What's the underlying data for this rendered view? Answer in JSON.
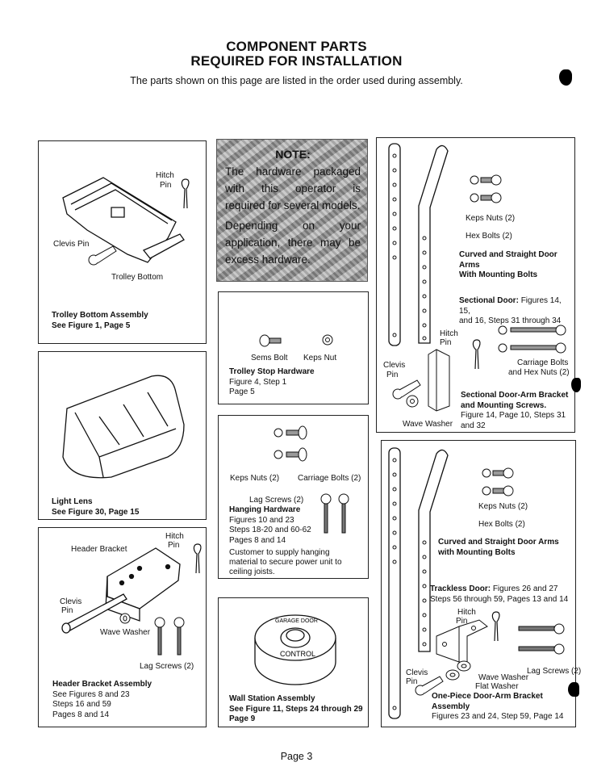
{
  "header": {
    "title_line1": "COMPONENT PARTS",
    "title_line2": "REQUIRED FOR INSTALLATION",
    "subtitle": "The parts shown on this page are listed in the order used during assembly."
  },
  "trolley": {
    "labels": {
      "hitch_pin_1": "Hitch",
      "hitch_pin_2": "Pin",
      "clevis_pin": "Clevis Pin",
      "trolley_bottom": "Trolley Bottom"
    },
    "title": "Trolley Bottom Assembly",
    "ref": "See Figure 1, Page 5"
  },
  "note": {
    "heading": "NOTE:",
    "para1": "The hardware packaged with this operator is required for several models.",
    "para2": "Depending on your application, there may be excess hardware."
  },
  "light_lens": {
    "title": "Light Lens",
    "ref": "See Figure 30, Page 15"
  },
  "trolley_stop": {
    "labels": {
      "sems_bolt": "Sems Bolt",
      "keps_nut": "Keps Nut"
    },
    "title": "Trolley Stop Hardware",
    "lines": [
      "Figure 4, Step 1",
      "Page 5"
    ]
  },
  "hanging": {
    "labels": {
      "keps_nuts": "Keps Nuts (2)",
      "carriage_bolts": "Carriage Bolts (2)",
      "lag_screws": "Lag Screws (2)"
    },
    "title": "Hanging Hardware",
    "lines": [
      "Figures 10 and 23",
      "Steps 18-20 and 60-62",
      "Pages 8 and 14"
    ],
    "note": "Customer to supply hanging material to secure power unit to ceiling joists."
  },
  "header_bracket": {
    "labels": {
      "header_bracket": "Header Bracket",
      "hitch_1": "Hitch",
      "hitch_2": "Pin",
      "clevis_1": "Clevis",
      "clevis_2": "Pin",
      "wave_washer": "Wave Washer",
      "lag_screws": "Lag Screws (2)"
    },
    "title": "Header Bracket Assembly",
    "lines": [
      "See Figures 8 and 23",
      "Steps 16 and 59",
      "Pages 8 and 14"
    ]
  },
  "wall_station": {
    "device_text_top": "GARAGE DOOR",
    "device_text_bottom": "CONTROL",
    "title": "Wall Station Assembly",
    "lines": [
      "See Figure 11, Steps 24 through 29",
      "Page 9"
    ]
  },
  "sectional": {
    "labels": {
      "keps_nuts": "Keps Nuts (2)",
      "hex_bolts": "Hex Bolts (2)",
      "hitch_1": "Hitch",
      "hitch_2": "Pin",
      "clevis_1": "Clevis",
      "clevis_2": "Pin",
      "carriage_1": "Carriage Bolts",
      "carriage_2": "and Hex Nuts (2)",
      "wave_washer": "Wave Washer"
    },
    "arms_title_1": "Curved and Straight Door Arms",
    "arms_title_2": "With Mounting Bolts",
    "door_label": "Sectional Door:",
    "door_ref_1": "Figures 14, 15,",
    "door_ref_2": "and 16, Steps 31 through 34",
    "bracket_title_1": "Sectional Door-Arm Bracket",
    "bracket_title_2": "and  Mounting Screws.",
    "bracket_ref_1": "Figure 14, Page 10, Steps 31",
    "bracket_ref_2": "and 32"
  },
  "trackless": {
    "labels": {
      "keps_nuts": "Keps Nuts (2)",
      "hex_bolts": "Hex Bolts (2)",
      "hitch_1": "Hitch",
      "hitch_2": "Pin",
      "lag_screws": "Lag Screws (2)",
      "clevis_1": "Clevis",
      "clevis_2": "Pin",
      "wave_washer": "Wave Washer",
      "flat_washer": "Flat Washer"
    },
    "arms_title_1": "Curved and Straight Door Arms",
    "arms_title_2": "with Mounting Bolts",
    "door_label": "Trackless Door:",
    "door_ref_1": "Figures 26 and 27",
    "door_ref_2": "Steps 56 through 59,  Pages 13 and 14",
    "bracket_title_1": "One-Piece Door-Arm Bracket",
    "bracket_title_2": "Assembly",
    "bracket_ref": "Figures 23 and 24, Step 59, Page 14"
  },
  "footer": {
    "page": "Page 3"
  }
}
